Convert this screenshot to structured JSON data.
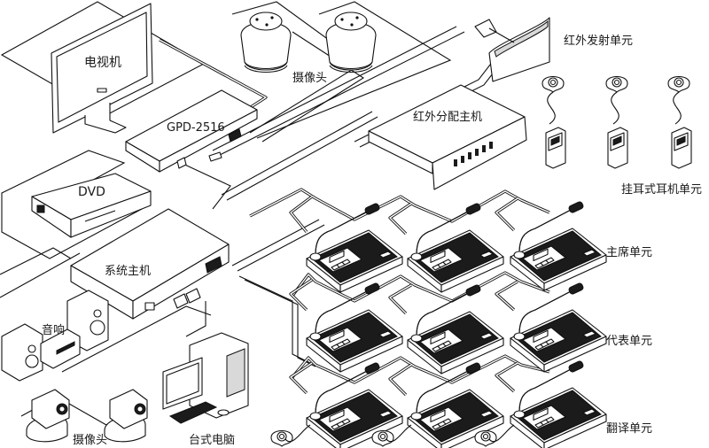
{
  "diagram": {
    "title": "",
    "labels": {
      "tv": "电视机",
      "gpd": "GPD-2516",
      "ceiling_cameras": "摄像头",
      "ir_transmitter": "红外发射单元",
      "ir_distributor": "红外分配主机",
      "headset_units": "挂耳式耳机单元",
      "dvd": "DVD",
      "system_host": "系统主机",
      "audio": "音响",
      "ptz_cameras": "摄像头",
      "desktop_pc": "台式电脑",
      "chairman_units": "主席单元",
      "delegate_units": "代表单元",
      "interpreter_units": "翻译单元"
    },
    "nodes": [
      {
        "id": "tv",
        "label": "电视机"
      },
      {
        "id": "gpd-2516",
        "label": "GPD-2516"
      },
      {
        "id": "ceiling-camera-1",
        "label": "摄像头"
      },
      {
        "id": "ceiling-camera-2",
        "label": "摄像头"
      },
      {
        "id": "ir-transmitter",
        "label": "红外发射单元"
      },
      {
        "id": "ir-distributor",
        "label": "红外分配主机"
      },
      {
        "id": "headset-1",
        "label": "挂耳式耳机单元"
      },
      {
        "id": "headset-2",
        "label": "挂耳式耳机单元"
      },
      {
        "id": "headset-3",
        "label": "挂耳式耳机单元"
      },
      {
        "id": "dvd",
        "label": "DVD"
      },
      {
        "id": "system-host",
        "label": "系统主机"
      },
      {
        "id": "audio",
        "label": "音响"
      },
      {
        "id": "ptz-camera-1",
        "label": "摄像头"
      },
      {
        "id": "ptz-camera-2",
        "label": "摄像头"
      },
      {
        "id": "desktop-pc",
        "label": "台式电脑"
      },
      {
        "id": "chairman-unit",
        "label": "主席单元",
        "count": 3
      },
      {
        "id": "delegate-unit",
        "label": "代表单元",
        "count": 3
      },
      {
        "id": "interpreter-unit",
        "label": "翻译单元",
        "count": 3
      }
    ],
    "edges": [
      [
        "tv",
        "gpd-2516"
      ],
      [
        "ceiling-camera-1",
        "gpd-2516"
      ],
      [
        "ceiling-camera-2",
        "gpd-2516"
      ],
      [
        "gpd-2516",
        "system-host"
      ],
      [
        "dvd",
        "system-host"
      ],
      [
        "audio",
        "system-host"
      ],
      [
        "ptz-camera-1",
        "system-host"
      ],
      [
        "ptz-camera-2",
        "system-host"
      ],
      [
        "desktop-pc",
        "system-host"
      ],
      [
        "system-host",
        "ir-distributor"
      ],
      [
        "ir-distributor",
        "ir-transmitter"
      ],
      [
        "system-host",
        "chairman-unit"
      ],
      [
        "chairman-unit",
        "delegate-unit"
      ],
      [
        "delegate-unit",
        "interpreter-unit"
      ]
    ]
  }
}
